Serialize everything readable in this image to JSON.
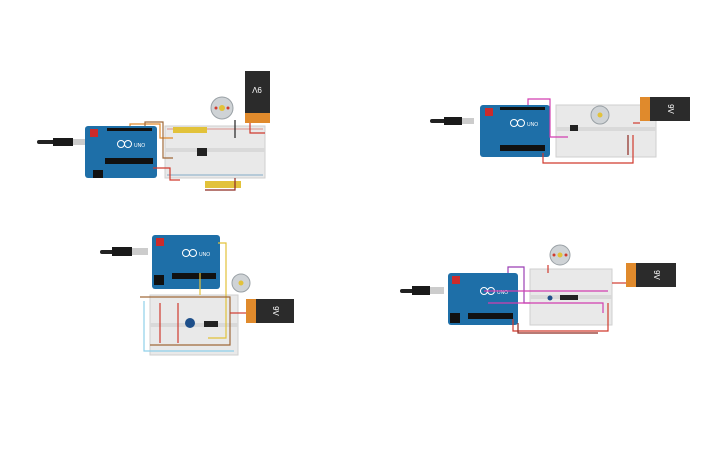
{
  "workspace": {
    "background": "#ffffff",
    "circuits": [
      {
        "id": "circuit-1",
        "battery_label": "9V",
        "board_label": "UNO"
      },
      {
        "id": "circuit-2",
        "battery_label": "9V",
        "board_label": "UNO"
      },
      {
        "id": "circuit-3",
        "battery_label": "9V",
        "board_label": "UNO"
      },
      {
        "id": "circuit-4",
        "battery_label": "9V",
        "board_label": "UNO"
      }
    ]
  },
  "colors": {
    "arduino_board": "#1e6fa8",
    "arduino_board_dark": "#14507c",
    "battery_body": "#2b2b2b",
    "battery_cap": "#e08a2c",
    "breadboard": "#e9e9e9",
    "motor": "#cfd3d6",
    "wire_red": "#d03a2e",
    "wire_dark_red": "#8e2a22",
    "wire_orange": "#e08a2c",
    "wire_yellow": "#e2c23a",
    "wire_purple": "#9b3fb5",
    "wire_magenta": "#d23fb0",
    "wire_light_blue": "#8fd0ea",
    "wire_brown": "#a06a3a"
  }
}
